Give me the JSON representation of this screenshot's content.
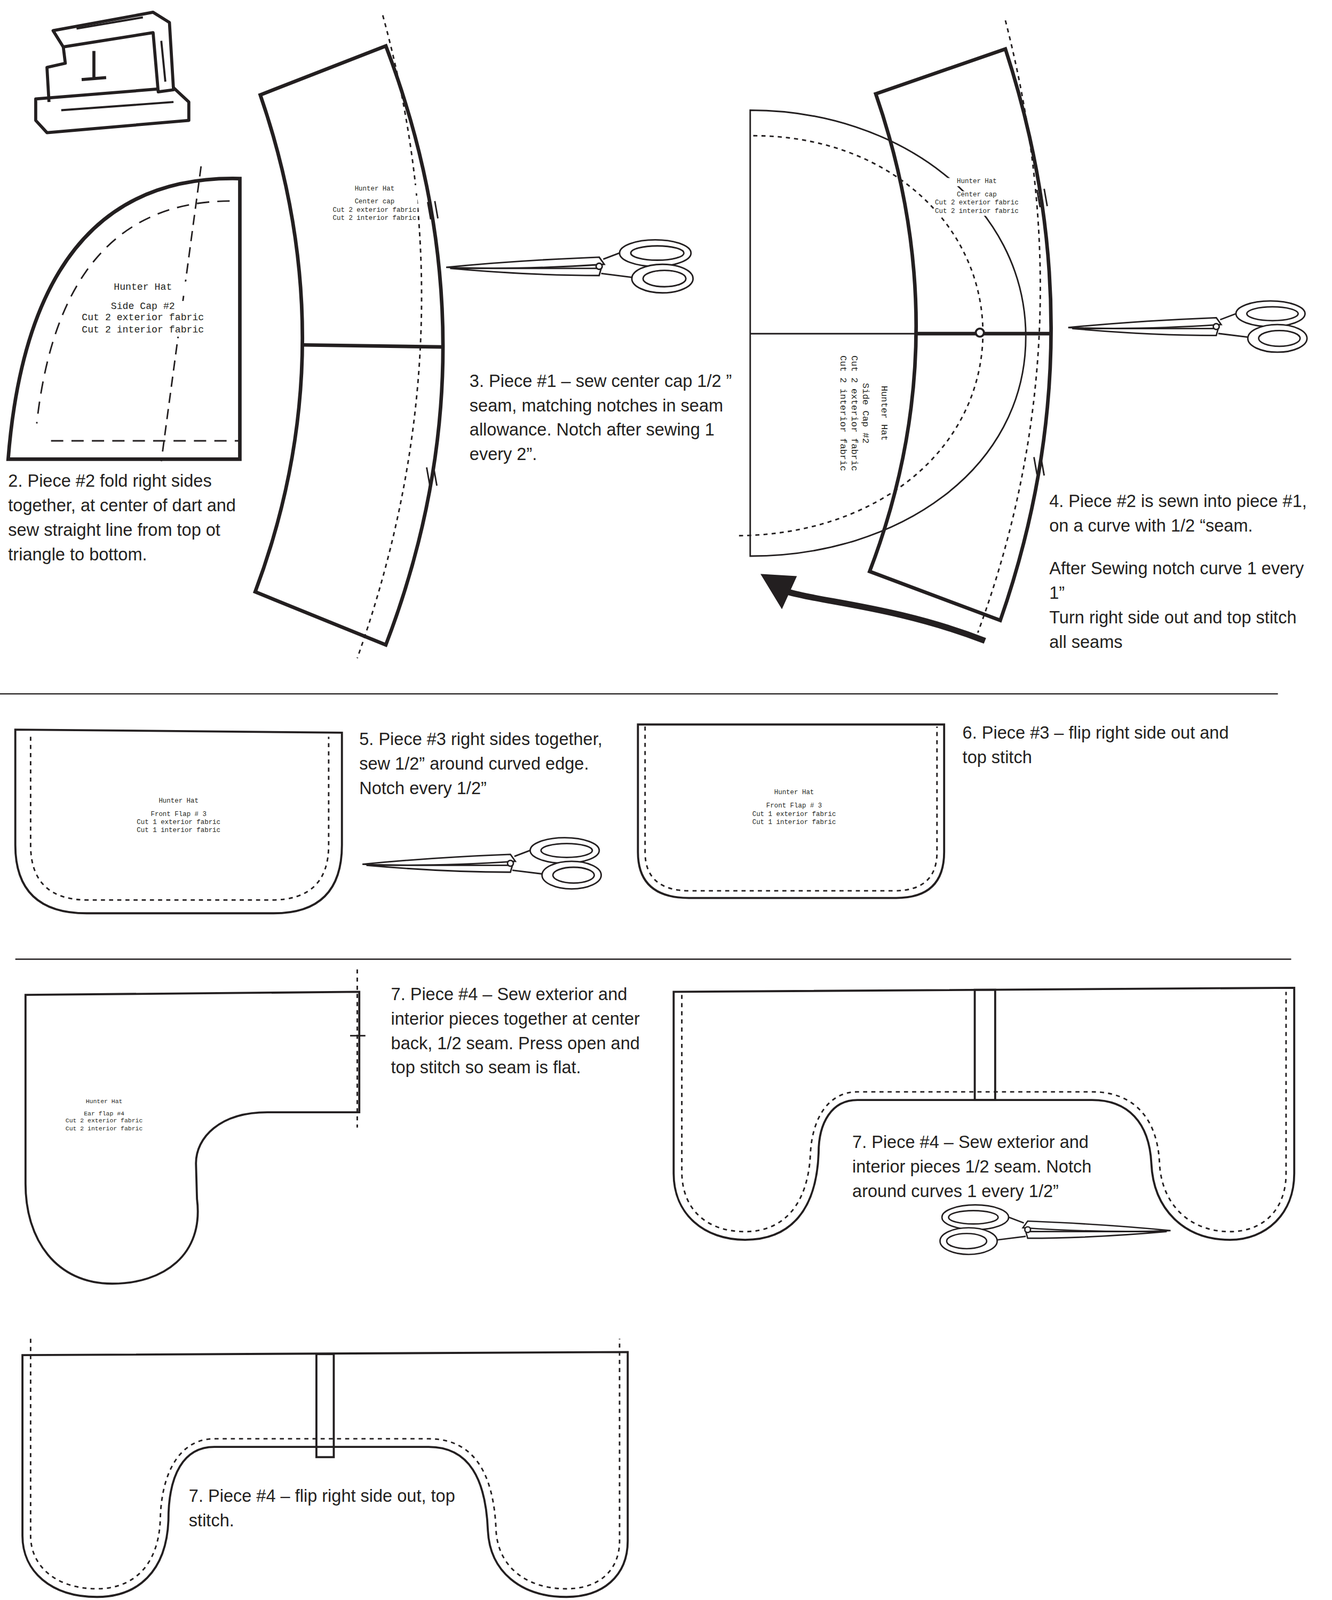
{
  "diagram": {
    "nodes": [
      {
        "text": [
          "Hunter Hat",
          "Side Cap #2",
          "Cut 2 exterior fabric",
          "Cut 2 interior fabric"
        ]
      },
      {
        "text": [
          "Hunter Hat",
          "Center cap",
          "Cut 2 exterior fabric",
          "Cut 2 interior fabric"
        ]
      },
      {
        "text": [
          "Hunter Hat",
          "Side Cap #2",
          "Cut 2 exterior fabric",
          "Cut 2 interior fabric"
        ]
      },
      {
        "text": [
          "Hunter Hat",
          "Center cap",
          "Cut 2 exterior fabric",
          "Cut 2 interior fabric"
        ]
      },
      {
        "text": [
          "Hunter Hat",
          "Front Flap # 3",
          "Cut 1 exterior fabric",
          "Cut 1 interior fabric"
        ]
      },
      {
        "text": [
          "Hunter Hat",
          "Front Flap # 3",
          "Cut 1 exterior fabric",
          "Cut 1 interior fabric"
        ]
      },
      {
        "text": [
          "Hunter Hat",
          "Ear flap #4",
          "Cut 2 exterior fabric",
          "Cut 2 interior fabric"
        ]
      },
      {
        "text": [
          "7. Piece #4 – Sew exterior and interior pieces 1/2 seam. Notch around curves 1 every 1/2”"
        ]
      },
      {
        "text": [
          "7. Piece #4 – flip right side out, top stitch."
        ]
      }
    ],
    "labels": [
      "2. Piece #2 fold right sides together, at center of dart and sew straight line from top ot triangle to bottom.",
      "3. Piece #1 – sew center cap 1/2 ” seam, matching notches in seam allowance. Notch after sewing 1 every 2”.",
      "4. Piece #2 is sewn into piece #1, on a curve with 1/2 “seam.",
      "After Sewing notch curve 1 every 1”",
      "Turn right side out and top stitch all seams",
      "5. Piece #3 right sides together, sew 1/2” around curved edge. Notch every 1/2”",
      "6. Piece #3 – flip right side out and top stitch",
      "7. Piece #4 – Sew exterior and interior pieces together at center back, 1/2 seam. Press open and top stitch so seam is flat."
    ]
  }
}
